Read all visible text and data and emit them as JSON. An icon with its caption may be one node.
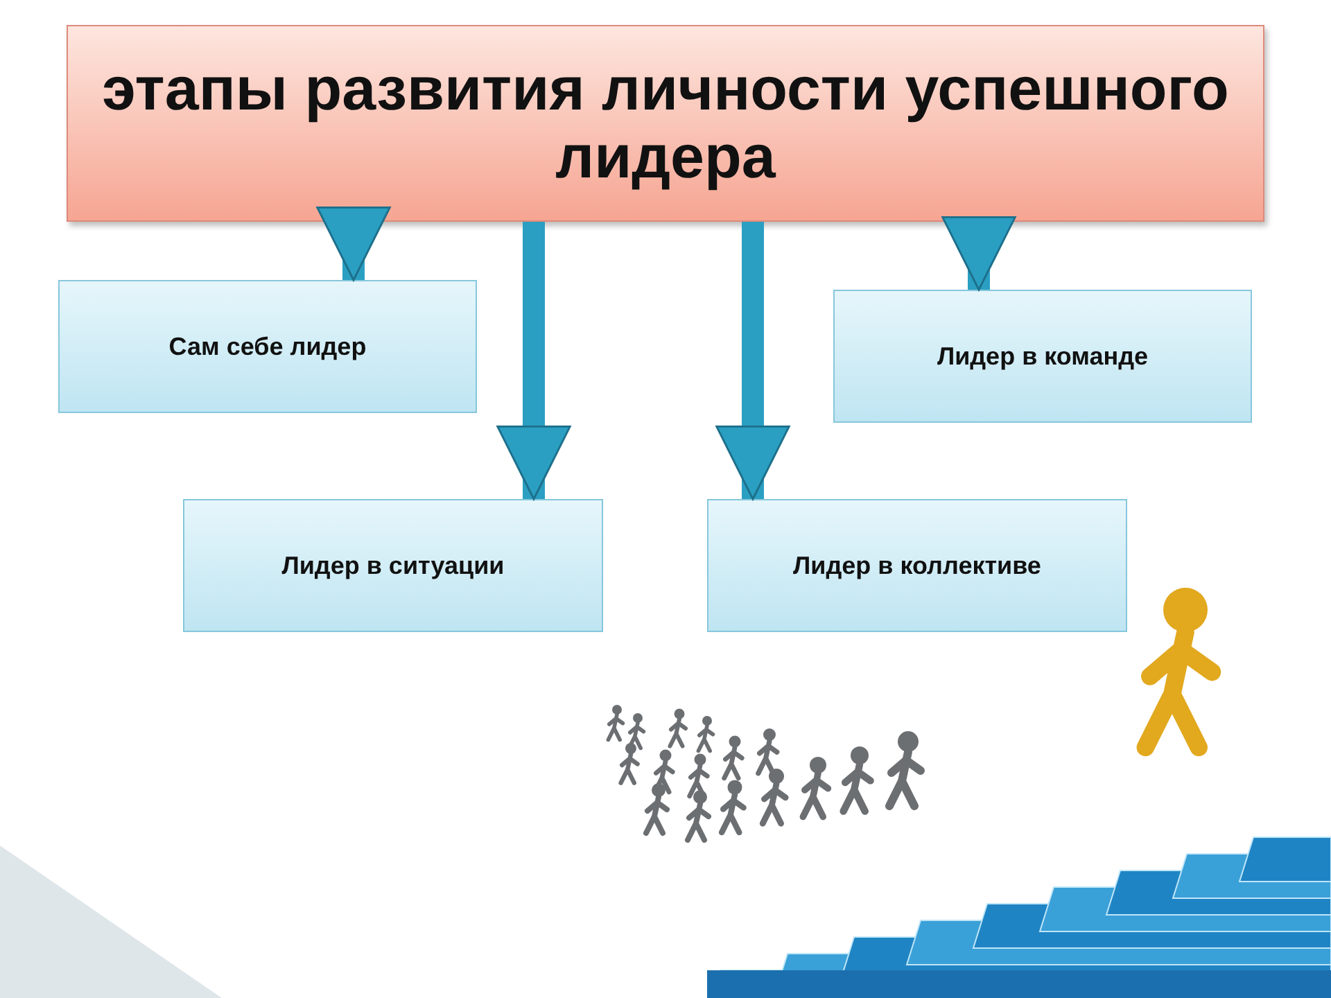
{
  "diagram": {
    "nodes": [
      {
        "text": [
          "этапы развития личности успешного лидера"
        ]
      },
      {
        "text": [
          "Сам себе лидер"
        ]
      },
      {
        "text": [
          "Лидер в команде"
        ]
      },
      {
        "text": [
          "Лидер в ситуации"
        ]
      },
      {
        "text": [
          "Лидер в коллективе"
        ]
      }
    ],
    "edges": [
      {
        "from": 0,
        "to": 1,
        "arrow": "to"
      },
      {
        "from": 0,
        "to": 3,
        "arrow": "to"
      },
      {
        "from": 0,
        "to": 4,
        "arrow": "to"
      },
      {
        "from": 0,
        "to": 2,
        "arrow": "to"
      }
    ]
  }
}
